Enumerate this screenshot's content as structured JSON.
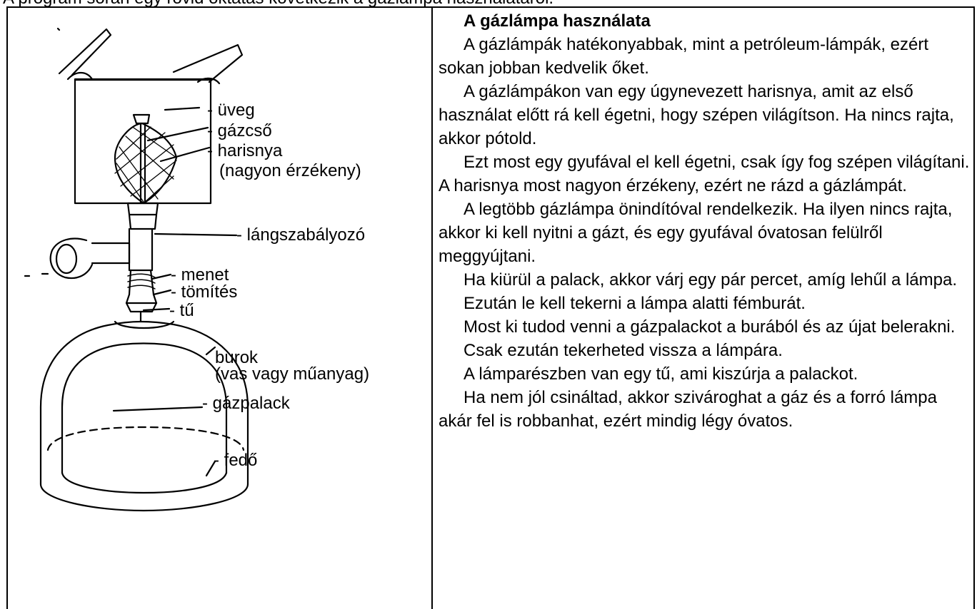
{
  "top_cut_text": "A program során egy rövid oktatás következik a gázlámpa használatáról.",
  "figure": {
    "labels": [
      {
        "id": "uveg",
        "text": "- üveg"
      },
      {
        "id": "gazcso",
        "text": "- gázcső"
      },
      {
        "id": "harisnya",
        "text": "- harisnya"
      },
      {
        "id": "nagyon",
        "text": "(nagyon érzékeny)"
      },
      {
        "id": "langszab",
        "text": "- lángszabályozó"
      },
      {
        "id": "menet",
        "text": "- menet"
      },
      {
        "id": "tomites",
        "text": "- tömítés"
      },
      {
        "id": "tu",
        "text": "- tű"
      },
      {
        "id": "burok",
        "text": "burok"
      },
      {
        "id": "vas",
        "text": "(vas vagy műanyag)"
      },
      {
        "id": "gazpalack",
        "text": "- gázpalack"
      },
      {
        "id": "fedo",
        "text": "- fedő"
      }
    ]
  },
  "article": {
    "title": "A gázlámpa használata",
    "paragraphs": [
      "A gázlámpák hatékonyabbak, mint a petróleum-lámpák, ezért sokan jobban kedvelik őket.",
      "A gázlámpákon van egy úgynevezett harisnya, amit az első használat előtt rá kell égetni, hogy szépen világítson. Ha nincs rajta, akkor pótold.",
      "Ezt most egy gyufával el kell égetni, csak így fog szépen világítani.  A harisnya most nagyon érzékeny, ezért ne rázd a gázlámpát.",
      "A legtöbb gázlámpa önindítóval rendelkezik. Ha ilyen nincs rajta, akkor ki kell nyitni a gázt, és egy gyufával óvatosan felülről meggyújtani.",
      "Ha kiürül a palack, akkor várj egy pár percet, amíg lehűl a lámpa.",
      "Ezután le kell tekerni a lámpa alatti fémburát.",
      "Most ki tudod venni a gázpalackot a burából és az újat belerakni.",
      "Csak ezután tekerheted vissza a lámpára.",
      "A lámparészben van egy tű, ami kiszúrja a palackot.",
      "Ha nem jól csináltad, akkor szivároghat a gáz és a forró lámpa akár fel is robbanhat, ezért mindig légy óvatos."
    ]
  }
}
